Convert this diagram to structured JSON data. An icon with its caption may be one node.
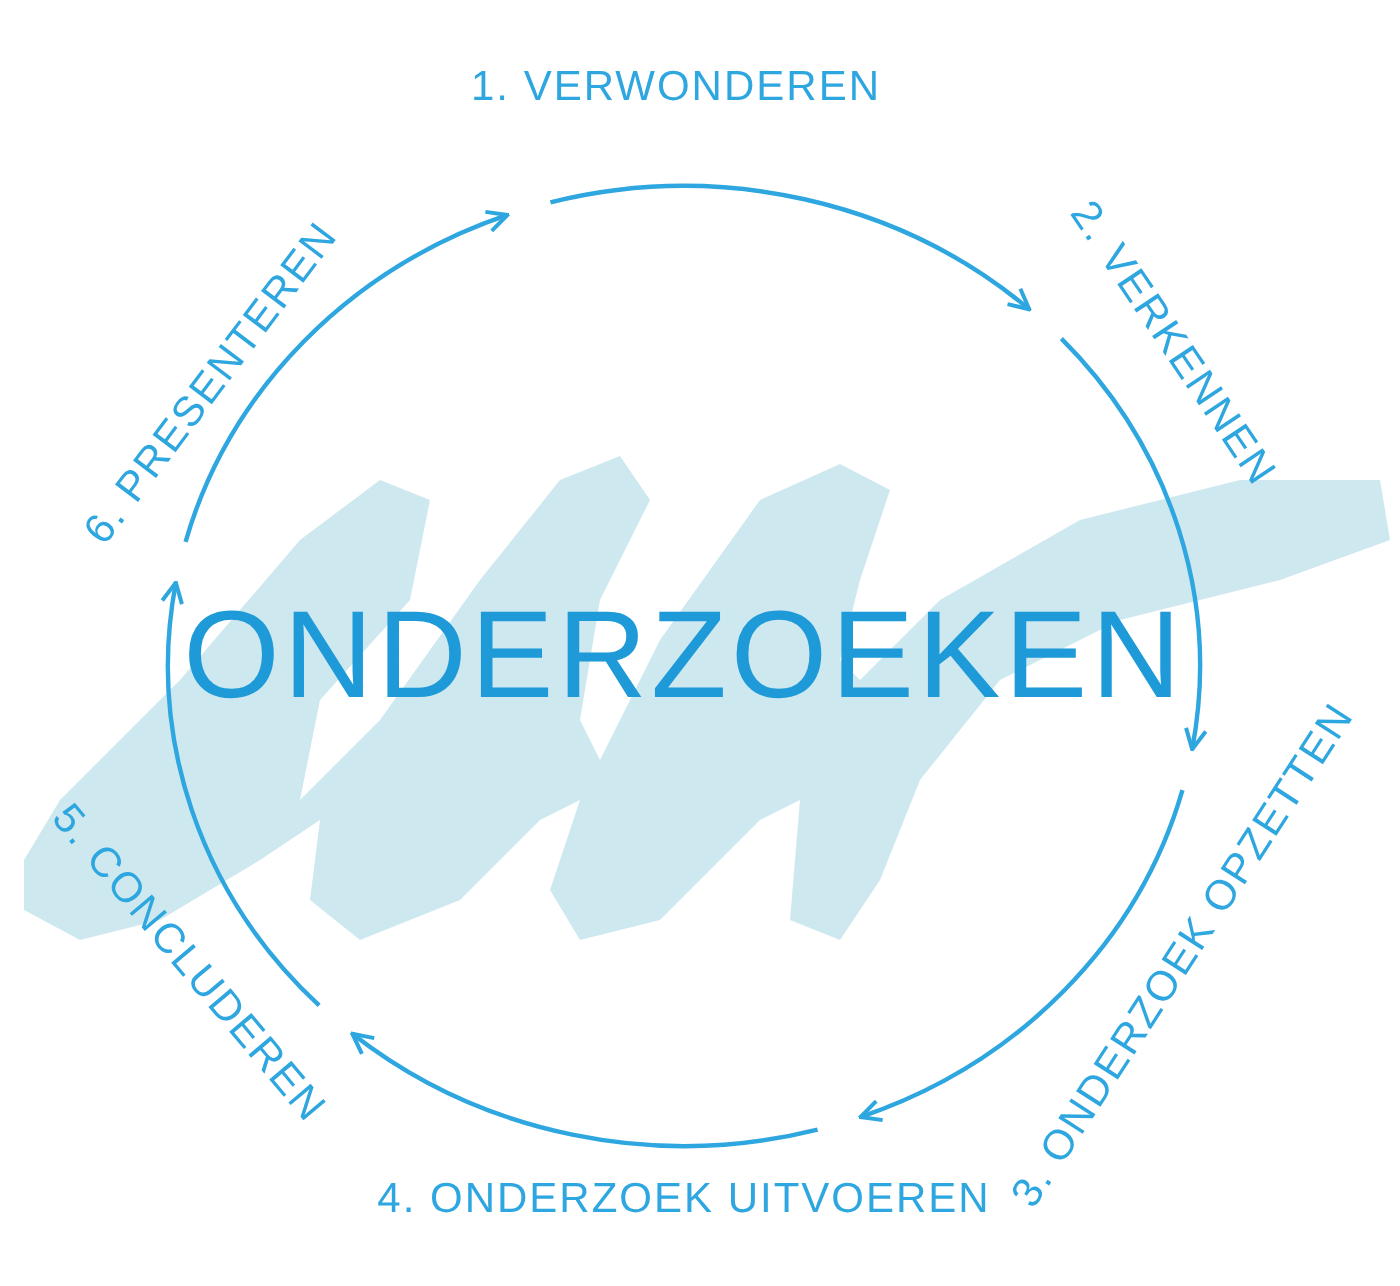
{
  "diagram": {
    "title": "ONDERZOEKEN",
    "nodes": [
      {
        "text": [
          "1. VERWONDEREN"
        ]
      },
      {
        "text": [
          "2. VERKENNEN"
        ]
      },
      {
        "text": [
          "3. ONDERZOEK OPZETTEN"
        ]
      },
      {
        "text": [
          "4. ONDERZOEK UITVOEREN"
        ]
      },
      {
        "text": [
          "5. CONCLUDEREN"
        ]
      },
      {
        "text": [
          "6. PRESENTEREN"
        ]
      }
    ],
    "edges": [
      {
        "from": 0,
        "to": 1,
        "arrow": "to"
      },
      {
        "from": 1,
        "to": 2,
        "arrow": "to"
      },
      {
        "from": 2,
        "to": 3,
        "arrow": "to"
      },
      {
        "from": 3,
        "to": 4,
        "arrow": "to"
      },
      {
        "from": 4,
        "to": 5,
        "arrow": "to"
      },
      {
        "from": 5,
        "to": 0,
        "arrow": "to"
      }
    ]
  }
}
